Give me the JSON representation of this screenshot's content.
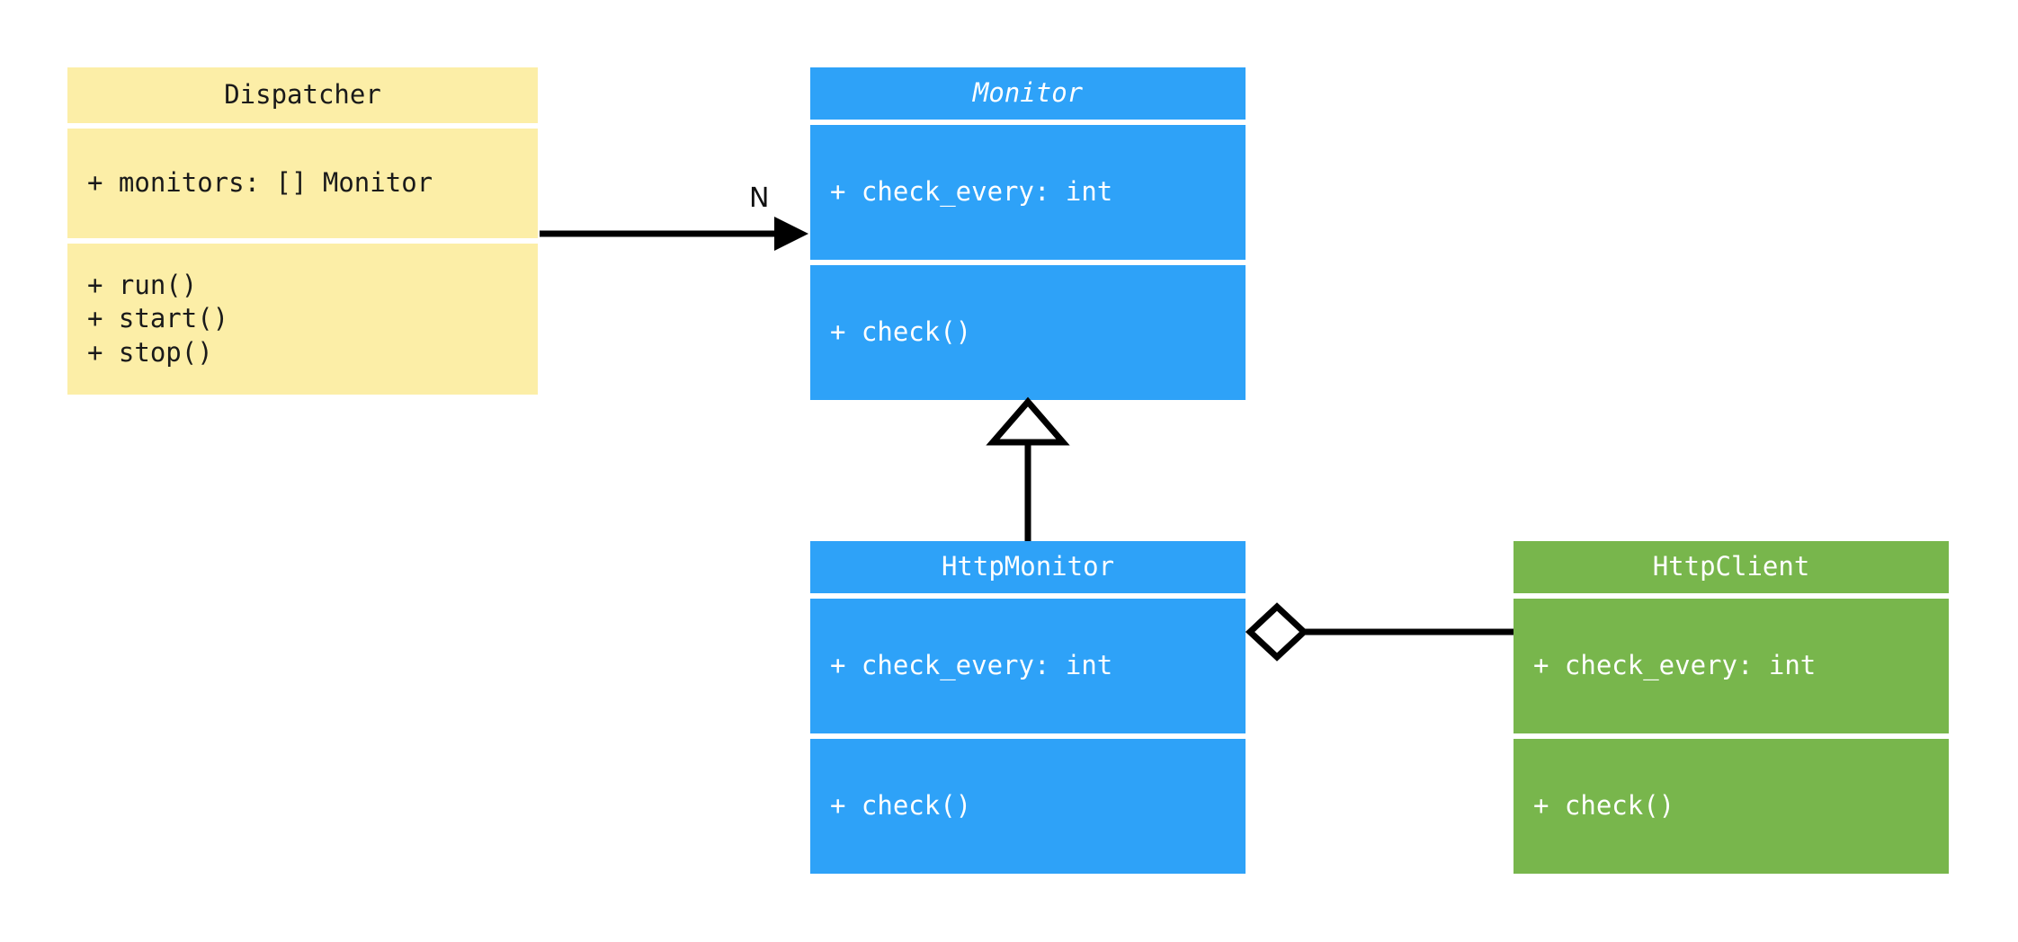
{
  "diagram": {
    "kind": "uml-class-diagram",
    "background": "#ffffff",
    "colors": {
      "yellow": "#fceea7",
      "blue": "#2ea2f8",
      "green": "#78b64c",
      "line": "#000000",
      "dark_text": "#1a1a1a",
      "light_text": "#ffffff"
    }
  },
  "classes": {
    "dispatcher": {
      "name": "Dispatcher",
      "abstract": false,
      "color": "#fceea7",
      "attributes": [
        "+ monitors: [] Monitor"
      ],
      "methods": [
        "+ run()",
        "+ start()",
        "+ stop()"
      ]
    },
    "monitor": {
      "name": "Monitor",
      "abstract": true,
      "color": "#2ea2f8",
      "attributes": [
        "+ check_every: int"
      ],
      "methods": [
        "+ check()"
      ]
    },
    "http_monitor": {
      "name": "HttpMonitor",
      "abstract": false,
      "color": "#2ea2f8",
      "attributes": [
        "+ check_every: int"
      ],
      "methods": [
        "+ check()"
      ]
    },
    "http_client": {
      "name": "HttpClient",
      "abstract": false,
      "color": "#78b64c",
      "attributes": [
        "+ check_every: int"
      ],
      "methods": [
        "+ check()"
      ]
    }
  },
  "relationships": {
    "dispatcher_to_monitor": {
      "type": "association",
      "from": "Dispatcher",
      "to": "Monitor",
      "arrowhead": "filled-arrow",
      "label": "N"
    },
    "http_monitor_to_monitor": {
      "type": "generalization",
      "from": "HttpMonitor",
      "to": "Monitor",
      "arrowhead": "hollow-triangle",
      "label": ""
    },
    "http_monitor_to_http_client": {
      "type": "aggregation",
      "from": "HttpMonitor",
      "to": "HttpClient",
      "arrowhead": "hollow-diamond",
      "label": ""
    }
  }
}
